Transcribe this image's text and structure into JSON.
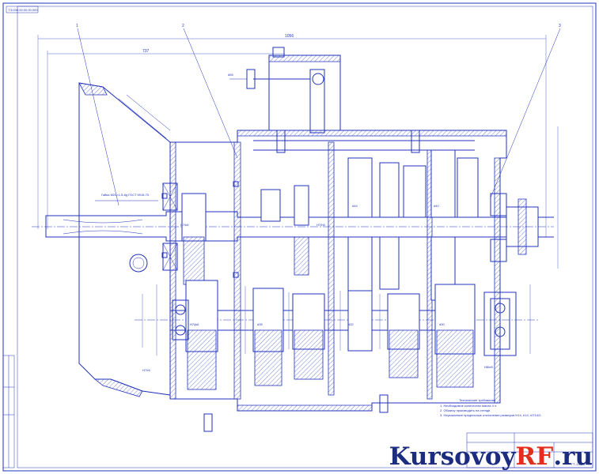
{
  "drawing": {
    "stamp_code": "ТЭ.000.00.00.00.000",
    "title_block_code": "ГТ-1.85.07.03",
    "callouts": [
      "1",
      "2",
      "3"
    ],
    "dimensions": [
      "737",
      "1056",
      "d55",
      "d44",
      "d40",
      "d35",
      "d32",
      "d30"
    ],
    "fit_labels": [
      "H7/k6",
      "H7/h6",
      "H7/js6",
      "H8/e8",
      "H7/r6"
    ],
    "leader_note": "Гайка М24×1.5-6g ГОСТ 5915-70",
    "tech_requirements_title": "Технические требования",
    "tech_requirements": [
      "1. Необходимое количество масла 4 л.",
      "2. Обкатку производить на стенде.",
      "3. Неуказанные предельные отклонения размеров H14, h14, ±IT14/2."
    ]
  },
  "watermark": {
    "main": "Kursovoy",
    "accent": "RF",
    "tail": ".ru",
    "main_color": "#1c2c7e",
    "accent_color": "#e32d1e"
  }
}
